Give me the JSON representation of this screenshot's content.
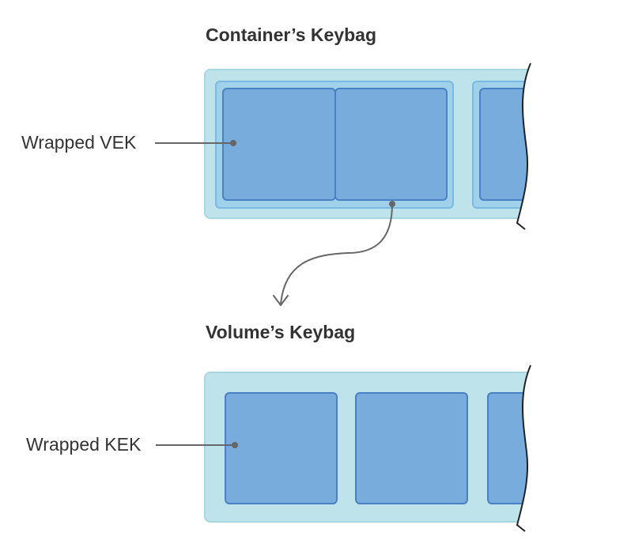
{
  "diagram": {
    "top_title": "Container’s Keybag",
    "bottom_title": "Volume’s Keybag",
    "top_callout": "Wrapped VEK",
    "bottom_callout": "Wrapped KEK"
  },
  "colors": {
    "keybag_fill": "#bfe3ea",
    "keybag_stroke": "#a6d6e0",
    "inner_fill": "#9fd1ea",
    "inner_stroke": "#7ab9e3",
    "key_fill": "#77acdc",
    "key_stroke": "#4a80c4",
    "text": "#333333",
    "line": "#666666",
    "edge": "#222222"
  }
}
